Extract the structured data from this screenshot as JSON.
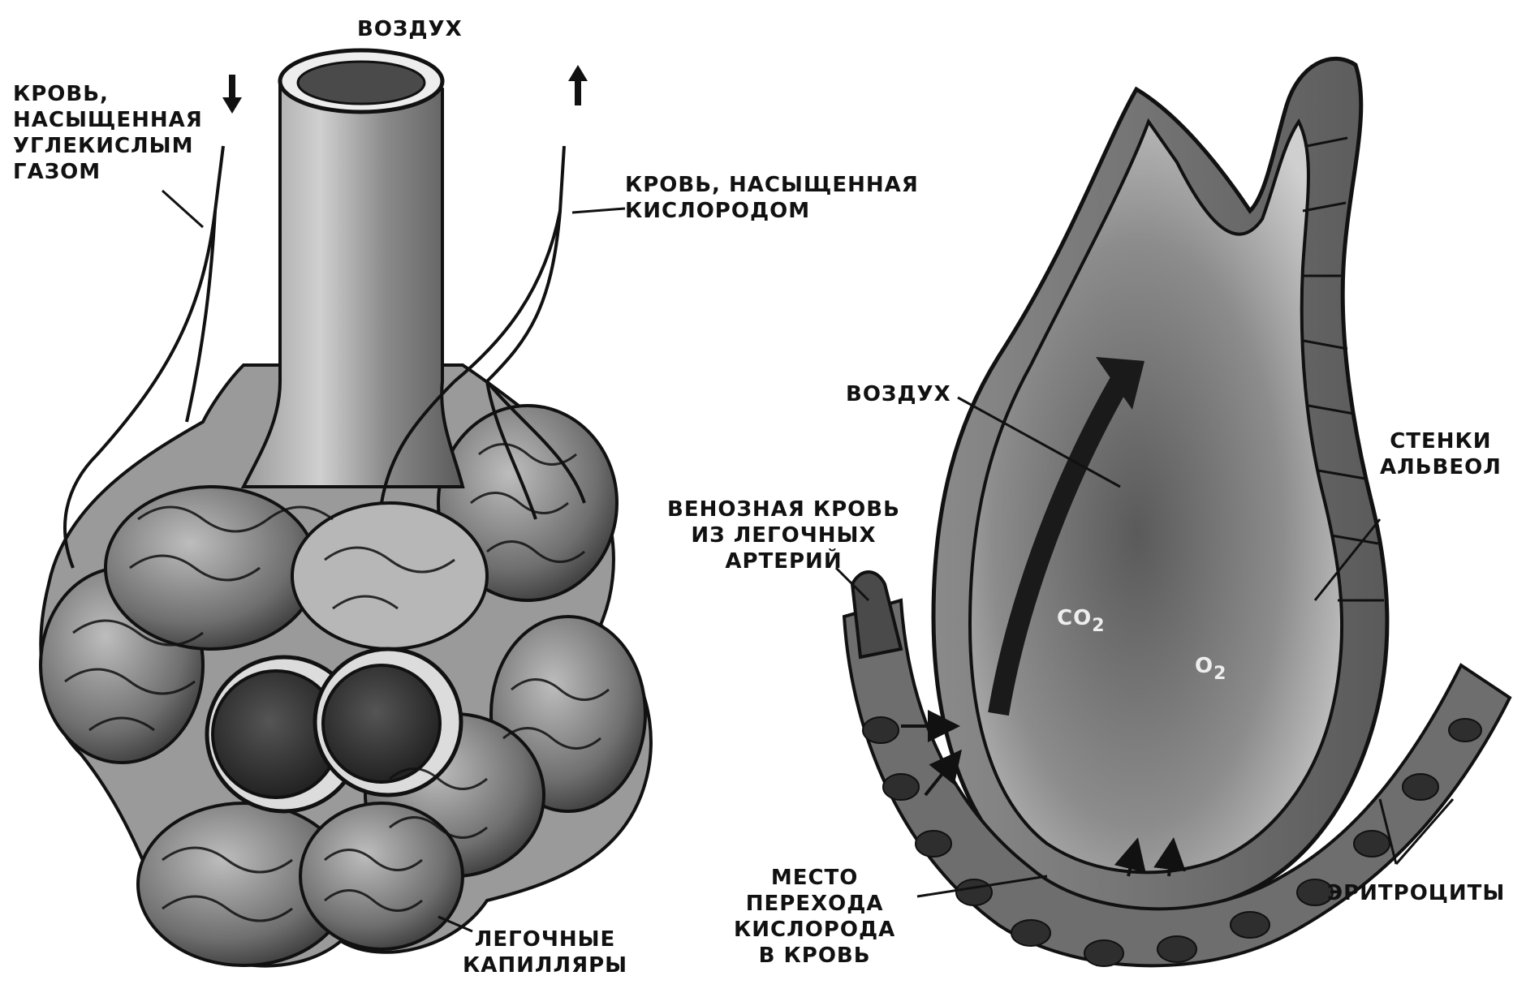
{
  "colors": {
    "ink": "#111111",
    "tissue_dark": "#3a3a3a",
    "tissue_mid": "#7a7a7a",
    "tissue_light": "#c9c9c9",
    "background": "#ffffff"
  },
  "labels": {
    "air_top": "ВОЗДУХ",
    "blood_co2": "КРОВЬ,\nНАСЫЩЕННАЯ\nУГЛЕКИСЛЫМ\nГАЗОМ",
    "blood_o2": "КРОВЬ, НАСЫЩЕННАЯ\nКИСЛОРОДОМ",
    "capillaries": "ЛЕГОЧНЫЕ\nКАПИЛЛЯРЫ",
    "air_alveolus": "ВОЗДУХ",
    "venous_blood": "ВЕНОЗНАЯ КРОВЬ\nИЗ ЛЕГОЧНЫХ\nАРТЕРИЙ",
    "alveolar_walls": "СТЕНКИ\nАЛЬВЕОЛ",
    "oxygen_site": "МЕСТО\nПЕРЕХОДА\nКИСЛОРОДА\nВ КРОВЬ",
    "erythrocytes": "ЭРИТРОЦИТЫ",
    "co2_main": "CO",
    "co2_sub": "2",
    "o2_main": "O",
    "o2_sub": "2"
  },
  "icons": {
    "arrow_down": "arrow-down-icon",
    "arrow_up": "arrow-up-icon",
    "diffusion_arrow": "diffusion-arrow-icon"
  }
}
